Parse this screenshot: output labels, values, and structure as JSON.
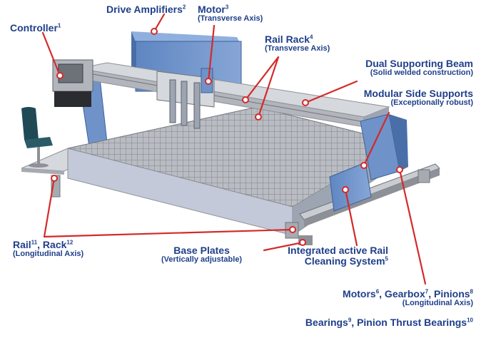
{
  "labels": {
    "controller": {
      "text": "Controller",
      "sup": "1"
    },
    "drive_amplifiers": {
      "text": "Drive Amplifiers",
      "sup": "2"
    },
    "motor": {
      "text": "Motor",
      "sup": "3",
      "sub": "(Transverse Axis)"
    },
    "rail_rack": {
      "text": "Rail Rack",
      "sup": "4",
      "sub": "(Transverse Axis)"
    },
    "dual_beam": {
      "text": "Dual Supporting Beam",
      "sub": "(Solid welded construction)"
    },
    "side_supports": {
      "text": "Modular Side Supports",
      "sub": "(Exceptionally robust)"
    },
    "rail_rack_long": {
      "text1": "Rail",
      "sup1": "11",
      "text2": ", Rack",
      "sup2": "12",
      "sub": "(Longitudinal Axis)"
    },
    "base_plates": {
      "text": "Base Plates",
      "sub": "(Vertically adjustable)"
    },
    "cleaning": {
      "line1": "Integrated active Rail",
      "line2": "Cleaning System",
      "sup": "5"
    },
    "motors_gearbox": {
      "t1": "Motors",
      "s1": "6",
      "t2": ", Gearbox",
      "s2": "7",
      "t3": ", Pinions",
      "s3": "8",
      "sub": "(Longitudinal Axis)"
    },
    "bearings": {
      "t1": "Bearings",
      "s1": "9",
      "t2": ", Pinion Thrust Bearings",
      "s2": "10"
    }
  },
  "colors": {
    "label": "#1f3f8a",
    "leader": "#d42a2a",
    "steel_blue": "#6f93c9",
    "steel_blue_dark": "#4a6fa8",
    "grey": "#c9ccd1",
    "grey_dark": "#8d9197",
    "chair": "#1f4a55"
  }
}
